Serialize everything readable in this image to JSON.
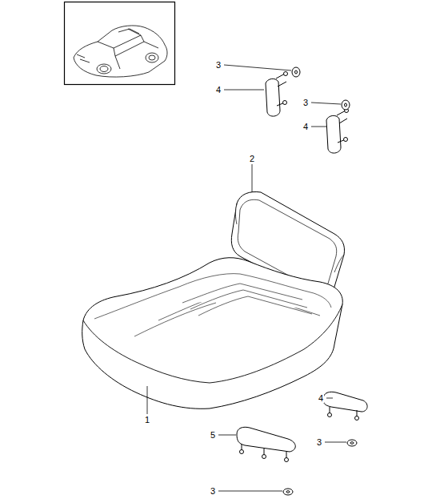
{
  "diagram": {
    "labels": [
      "3",
      "4",
      "3",
      "4",
      "2",
      "1",
      "4",
      "3",
      "5",
      "3"
    ]
  }
}
